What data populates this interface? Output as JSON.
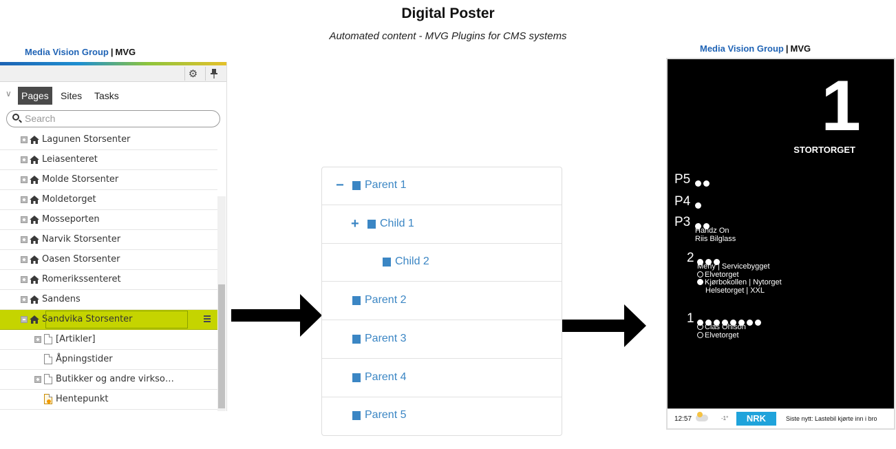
{
  "header": {
    "title": "Digital Poster",
    "subtitle": "Automated content - MVG Plugins for CMS systems"
  },
  "logo": {
    "name": "Media Vision Group",
    "separator": "|",
    "abbr": "MVG"
  },
  "cms": {
    "tabs": [
      {
        "label": "Pages",
        "active": true
      },
      {
        "label": "Sites",
        "active": false
      },
      {
        "label": "Tasks",
        "active": false
      }
    ],
    "search": {
      "placeholder": "Search"
    },
    "tree": [
      {
        "label": "Lagunen Storsenter",
        "icon": "home-icon",
        "expand": "plus"
      },
      {
        "label": "Leiasenteret",
        "icon": "home-icon",
        "expand": "plus"
      },
      {
        "label": "Molde Storsenter",
        "icon": "home-icon",
        "expand": "plus"
      },
      {
        "label": "Moldetorget",
        "icon": "home-icon",
        "expand": "plus"
      },
      {
        "label": "Mosseporten",
        "icon": "home-icon",
        "expand": "plus"
      },
      {
        "label": "Narvik Storsenter",
        "icon": "home-icon",
        "expand": "plus"
      },
      {
        "label": "Oasen Storsenter",
        "icon": "home-icon",
        "expand": "plus"
      },
      {
        "label": "Romerikssenteret",
        "icon": "home-icon",
        "expand": "plus"
      },
      {
        "label": "Sandens",
        "icon": "home-icon",
        "expand": "plus"
      },
      {
        "label": "Sandvika Storsenter",
        "icon": "home-icon",
        "expand": "minus",
        "selected": true
      },
      {
        "label": "[Artikler]",
        "icon": "page-icon",
        "expand": "plus",
        "child": true
      },
      {
        "label": "Åpningstider",
        "icon": "page-icon",
        "expand": "none",
        "child": true
      },
      {
        "label": "Butikker og andre virkso…",
        "icon": "page-icon",
        "expand": "plus",
        "child": true
      },
      {
        "label": "Hentepunkt",
        "icon": "page-special-icon",
        "expand": "none",
        "child": true
      }
    ]
  },
  "list": {
    "accent": "#3b86c4",
    "items": [
      {
        "label": "Parent 1",
        "toggle": "−",
        "level": 0
      },
      {
        "label": "Child 1",
        "toggle": "+",
        "level": 1
      },
      {
        "label": "Child 2",
        "toggle": "",
        "level": 2
      },
      {
        "label": "Parent 2",
        "toggle": "",
        "level": 0
      },
      {
        "label": "Parent 3",
        "toggle": "",
        "level": 0
      },
      {
        "label": "Parent 4",
        "toggle": "",
        "level": 0
      },
      {
        "label": "Parent 5",
        "toggle": "",
        "level": 0
      }
    ]
  },
  "poster": {
    "number": "1",
    "destination": "STORTORGET",
    "floors": [
      {
        "label": "P5",
        "dots": 2,
        "lines": []
      },
      {
        "label": "P4",
        "dots": 1,
        "lines": []
      },
      {
        "label": "P3",
        "dots": 2,
        "lines": [
          "Handz On",
          "Riis Bilglass"
        ]
      },
      {
        "label": "2",
        "dots": 3,
        "lines": [
          "Meny | Servicebygget",
          "Elvetorget",
          "Kjørbokollen | Nytorget",
          "Helsetorget | XXL"
        ]
      },
      {
        "label": "1",
        "dots": 8,
        "lines": [
          "Clas Ohlson",
          "Elvetorget"
        ]
      }
    ],
    "ticker": {
      "time": "12:57",
      "temp": "-1°",
      "brand": "NRK",
      "news": "Siste nytt: Lastebil kjørte inn i bro"
    }
  }
}
